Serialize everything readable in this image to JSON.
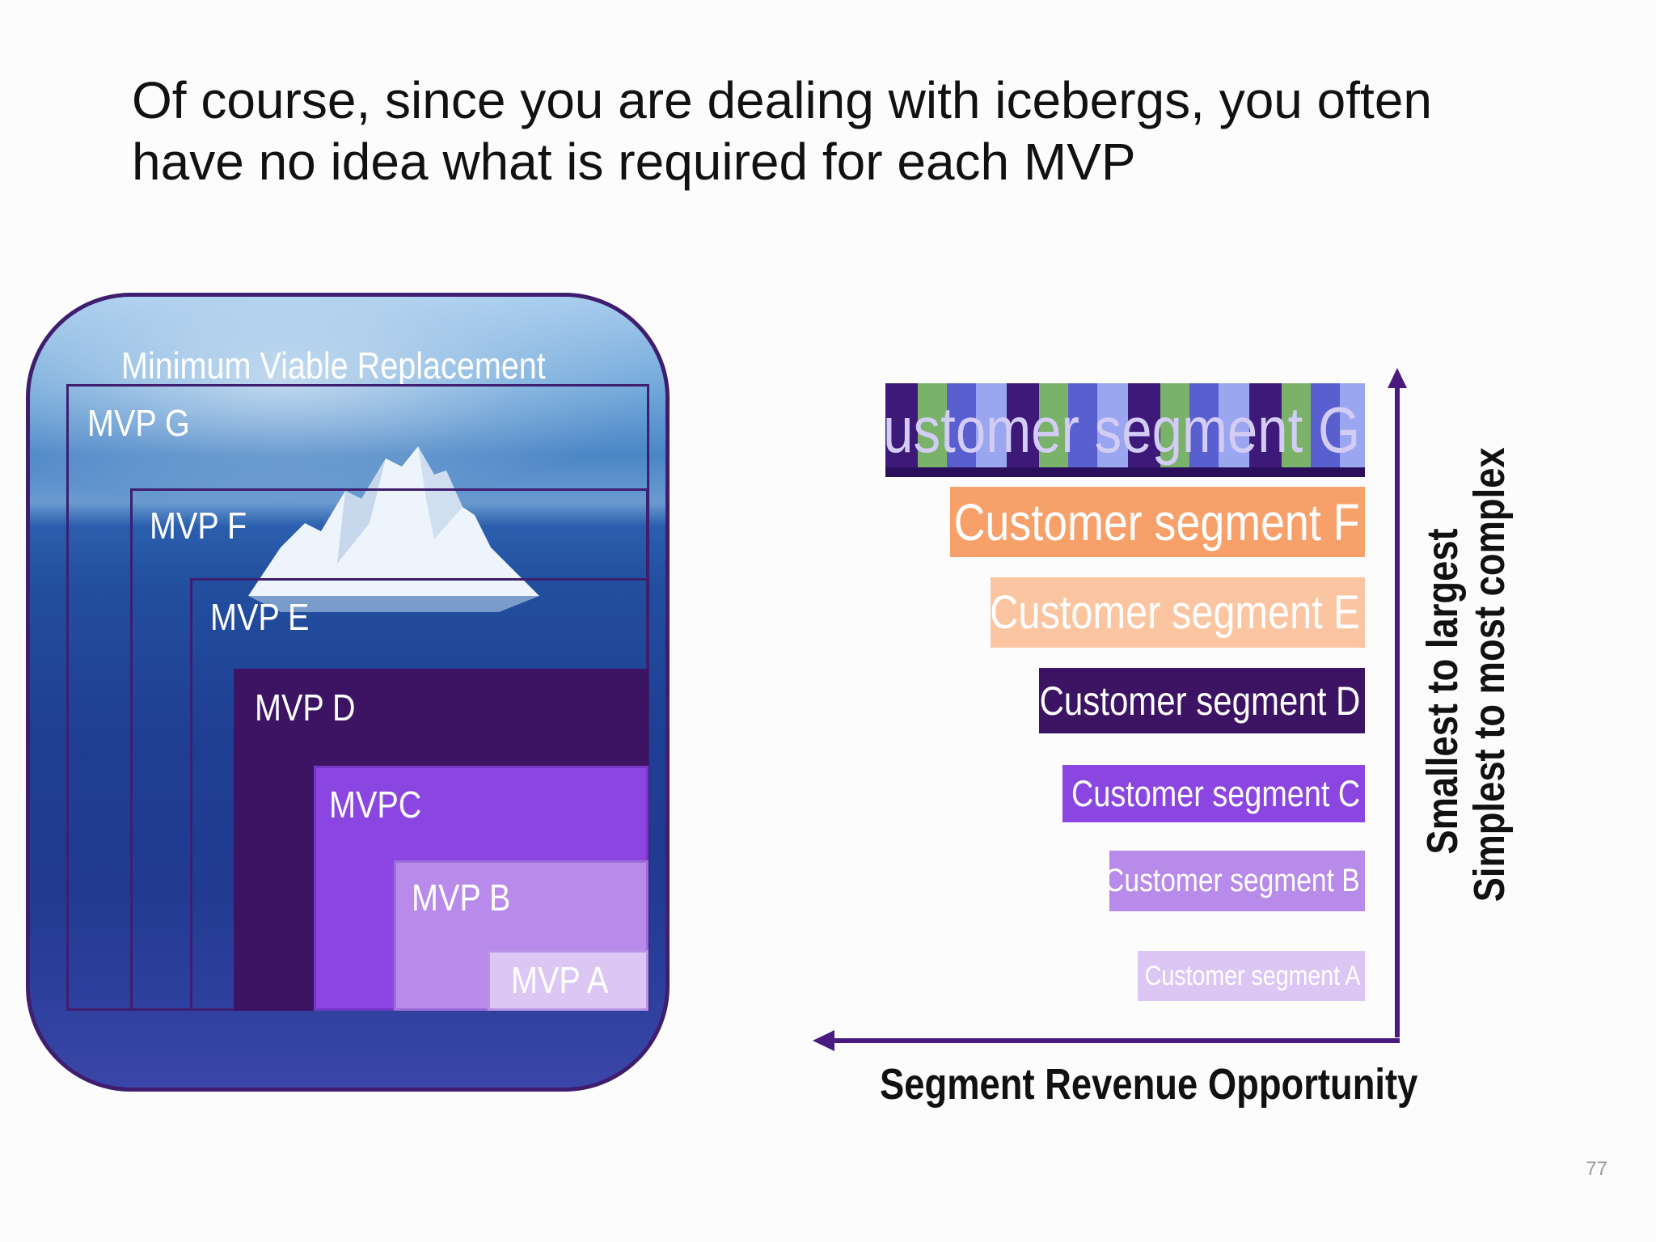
{
  "slide": {
    "title_line1": "Of course, since you are dealing with icebergs, you often",
    "title_line2": "have no idea what is required for each MVP",
    "page_number": "77"
  },
  "iceberg": {
    "header": "Minimum Viable Replacement",
    "mvps": [
      "MVP G",
      "MVP F",
      "MVP E",
      "MVP D",
      "MVPC",
      "MVP B",
      "MVP A"
    ]
  },
  "segments": {
    "items": [
      {
        "label": "Customer segment G",
        "color": "#3d1a7a",
        "text_color": "#c9c2f2"
      },
      {
        "label": "Customer segment F",
        "color": "#f7a06a",
        "text_color": "#ffffff"
      },
      {
        "label": "Customer segment E",
        "color": "#fcc5a1",
        "text_color": "#ffffff"
      },
      {
        "label": "Customer segment D",
        "color": "#3c1463",
        "text_color": "#ffffff"
      },
      {
        "label": "Customer segment C",
        "color": "#8b45e0",
        "text_color": "#ffffff"
      },
      {
        "label": "Customer segment B",
        "color": "#b88aea",
        "text_color": "#ffffff"
      },
      {
        "label": "Customer segment A",
        "color": "#dcc6f4",
        "text_color": "#ffffff"
      }
    ],
    "x_axis_label": "Segment Revenue Opportunity",
    "y_axis_line1": "Smallest to largest",
    "y_axis_line2": "Simplest to most complex",
    "axis_color": "#4a1a80"
  }
}
